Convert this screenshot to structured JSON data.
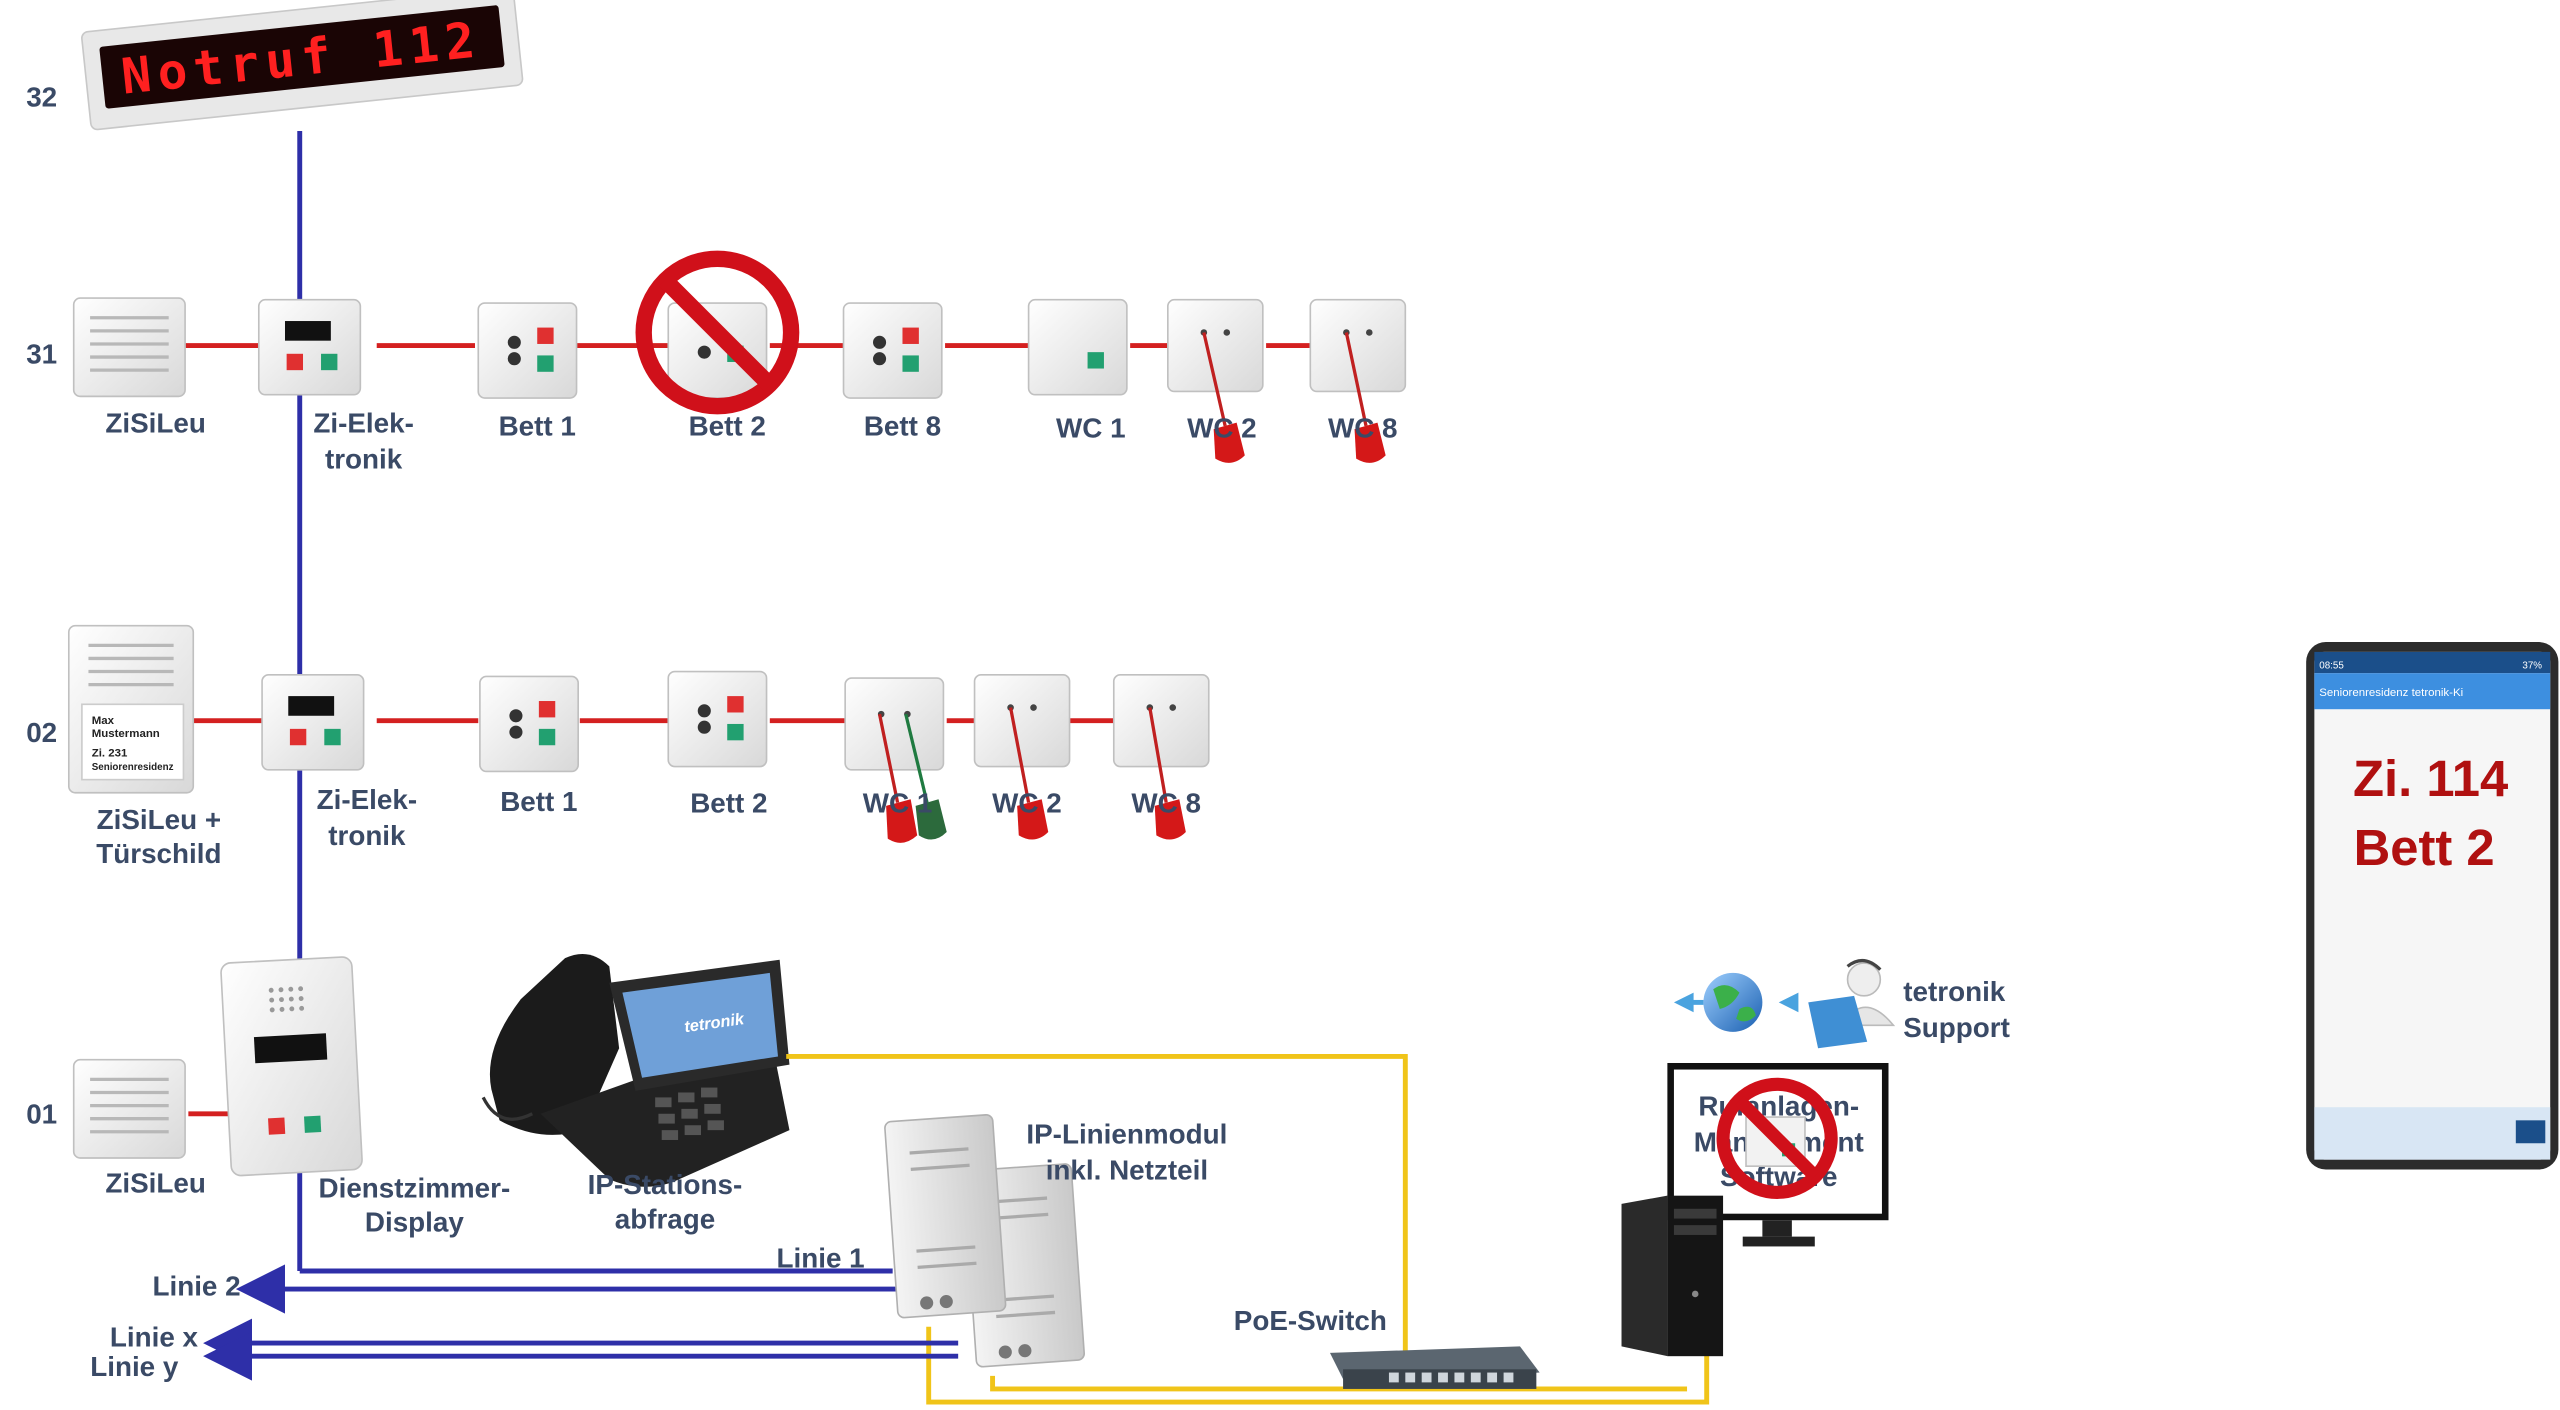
{
  "sign": {
    "text": "Notruf 112"
  },
  "floors": {
    "f32": "32",
    "f31": "31",
    "f02": "02",
    "f01": "01"
  },
  "row31": {
    "zisileu": "ZiSiLeu",
    "zi_elek_1": "Zi-Elek-",
    "zi_elek_2": "tronik",
    "bett1": "Bett 1",
    "bett2": "Bett 2",
    "bett8": "Bett 8",
    "wc1": "WC 1",
    "wc2": "WC 2",
    "wc8": "WC 8"
  },
  "row02": {
    "zisileu_1": "ZiSiLeu +",
    "zisileu_2": "Türschild",
    "doorsign_name_1": "Max",
    "doorsign_name_2": "Mustermann",
    "doorsign_room": "Zi. 231",
    "doorsign_home": "Seniorenresidenz",
    "zi_elek_1": "Zi-Elek-",
    "zi_elek_2": "tronik",
    "bett1": "Bett 1",
    "bett2": "Bett 2",
    "wc1": "WC 1",
    "wc2": "WC 2",
    "wc8": "WC 8"
  },
  "row01": {
    "zisileu": "ZiSiLeu",
    "dienst_1": "Dienstzimmer-",
    "dienst_2": "Display",
    "ipstation_1": "IP-Stations-",
    "ipstation_2": "abfrage"
  },
  "network": {
    "linienmodul_1": "IP-Linienmodul",
    "linienmodul_2": "inkl. Netzteil",
    "linie1": "Linie 1",
    "linie2": "Linie 2",
    "liniex": "Linie x",
    "liniey": "Linie y",
    "poe": "PoE-Switch",
    "support_1": "tetronik",
    "support_2": "Support",
    "software_1": "Rufanlagen-",
    "software_2": "Management",
    "software_3": "Software",
    "phone_brand": "tetronik"
  },
  "phone": {
    "status_time": "08:55",
    "status_battery": "37%",
    "app_title": "Seniorenresidenz tetronik-Ki",
    "alert_1": "Zi. 114",
    "alert_2": "Bett 2"
  },
  "colors": {
    "bus_red": "#d42020",
    "bus_blue": "#2e2fa8",
    "net_yellow": "#f0c419",
    "label": "#3a4a66",
    "alert_red": "#b01010",
    "forbidden": "#d0101a"
  },
  "icons": {
    "no_entry": "prohibited-icon",
    "globe": "globe-icon",
    "support": "support-agent-icon",
    "pull_cord": "pull-cord-icon"
  }
}
